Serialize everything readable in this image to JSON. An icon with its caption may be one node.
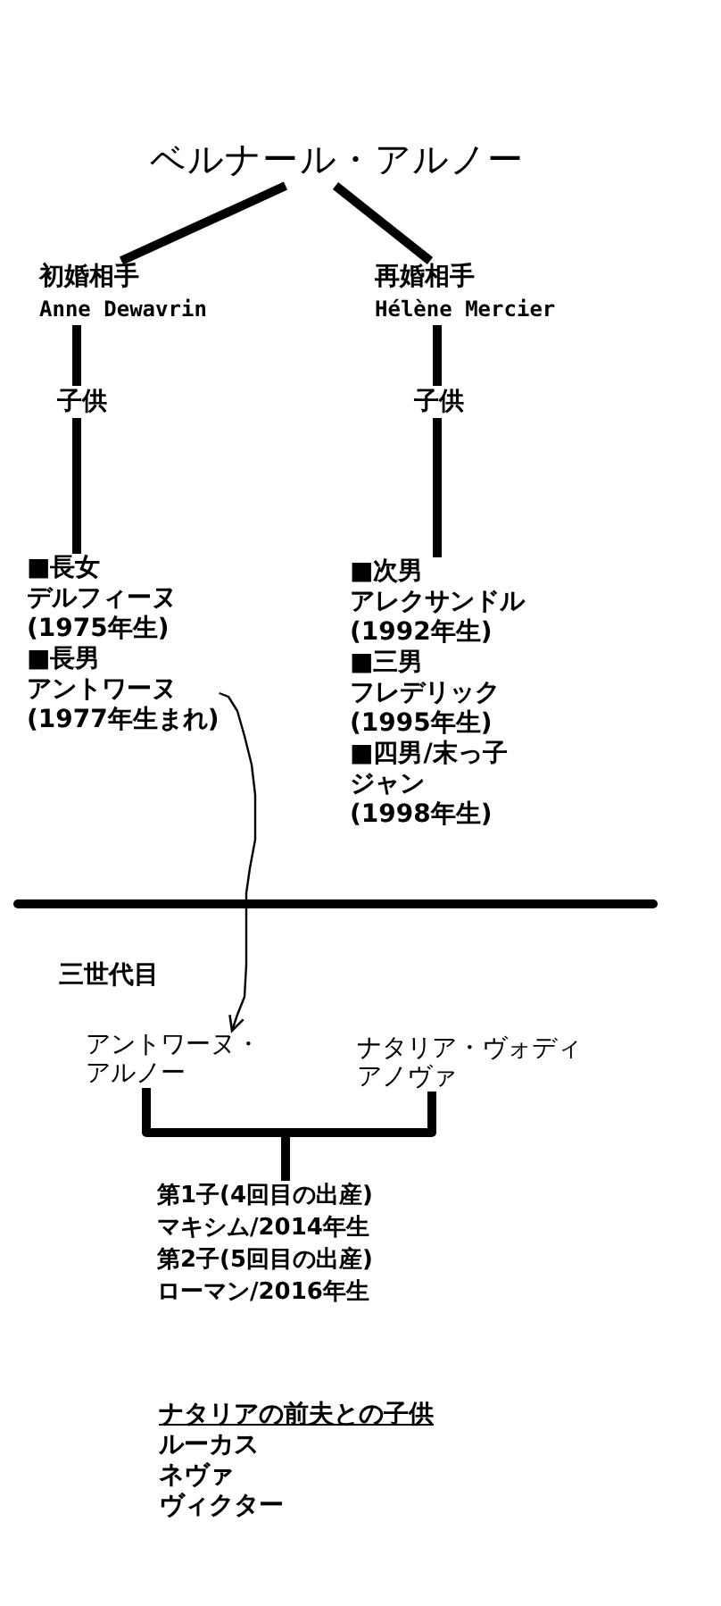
{
  "diagram": {
    "nodes": [
      {
        "text": [
          "ベルナール・アルノー"
        ]
      },
      {
        "text": [
          "初婚相手",
          "Anne Dewavrin"
        ]
      },
      {
        "text": [
          "再婚相手",
          "Hélène Mercier"
        ]
      },
      {
        "text": [
          "子供"
        ]
      },
      {
        "text": [
          "子供"
        ]
      },
      {
        "text": [
          "■長女",
          "デルフィーヌ",
          "(1975年生)"
        ]
      },
      {
        "text": [
          "■長男",
          "アントワーヌ",
          "(1977年生まれ)"
        ]
      },
      {
        "text": [
          "■次男",
          "アレクサンドル",
          "(1992年生)"
        ]
      },
      {
        "text": [
          "■三男",
          "フレデリック",
          "(1995年生)"
        ]
      },
      {
        "text": [
          "■四男/末っ子",
          "ジャン",
          "(1998年生)"
        ]
      },
      {
        "text": [
          "アントワーヌ・アルノー"
        ]
      },
      {
        "text": [
          "ナタリア・ヴォディアノヴァ"
        ]
      },
      {
        "text": [
          "第1子(4回目の出産)",
          "マキシム/2014年生",
          "第2子(5回目の出産)",
          "ローマン/2016年生"
        ]
      }
    ],
    "edges": [
      {
        "from": 0,
        "to": 1,
        "arrow": "none"
      },
      {
        "from": 0,
        "to": 2,
        "arrow": "none"
      },
      {
        "from": 1,
        "to": 3,
        "arrow": "none"
      },
      {
        "from": 2,
        "to": 4,
        "arrow": "none"
      },
      {
        "from": 3,
        "to": 5,
        "arrow": "none"
      },
      {
        "from": 4,
        "to": 7,
        "arrow": "none"
      },
      {
        "from": 6,
        "to": 10,
        "arrow": "to"
      },
      {
        "from": 10,
        "to": 12,
        "arrow": "none"
      },
      {
        "from": 11,
        "to": 12,
        "arrow": "none"
      }
    ],
    "labels": [
      "三世代目",
      "ナタリアの前夫との子供",
      "ルーカス",
      "ネヴァ",
      "ヴィクター"
    ]
  }
}
